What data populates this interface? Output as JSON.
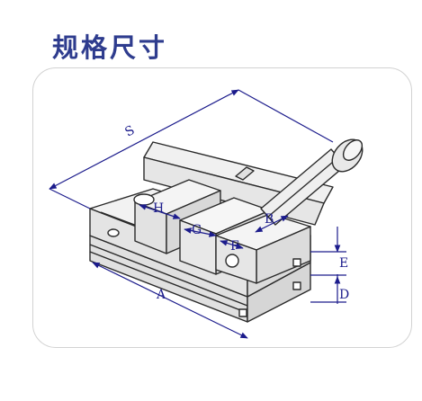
{
  "title": "规格尺寸",
  "colors": {
    "title": "#2e3c8e",
    "dimension": "#1c1c8c",
    "outline": "#2a2a2a",
    "frame": "#d2d2d2"
  },
  "dimensions": {
    "s": "S",
    "h": "H",
    "g": "G",
    "b": "B",
    "f": "F",
    "e": "E",
    "a": "A",
    "d": "D"
  }
}
